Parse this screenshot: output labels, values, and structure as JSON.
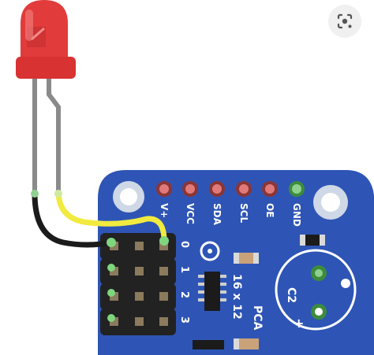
{
  "board": {
    "chip_label": "PCA",
    "chip_sublabel": "16 x 12",
    "header_pins": [
      "V+",
      "VCC",
      "SDA",
      "SCL",
      "OE",
      "GND"
    ],
    "row_numbers": [
      "0",
      "1",
      "2",
      "3"
    ],
    "capacitor_label": "C2",
    "capacitor_polarity": "+",
    "colors": {
      "pcb": "#2e55b5",
      "pad": "#e07a7a",
      "pad_gnd": "#8fd08f",
      "header": "#222222",
      "header_pin": "#8b7a5c",
      "wire_yellow": "#f1ea3f",
      "wire_black": "#1b1b1b",
      "led": "#e23b3b"
    }
  },
  "lens_button": {
    "icon": "lens-search-icon"
  }
}
